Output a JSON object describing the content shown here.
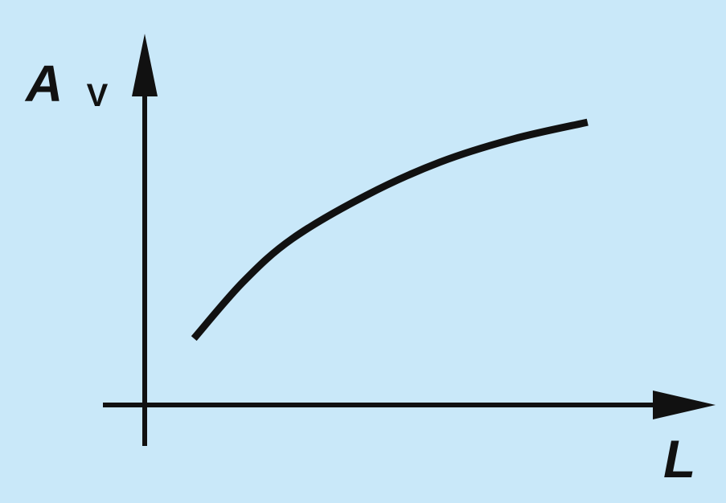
{
  "chart_data": {
    "type": "line",
    "title": "",
    "xlabel": "L",
    "ylabel": {
      "main": "A",
      "subscript": "V"
    },
    "ticks": "none",
    "grid": false,
    "legend": "none",
    "series": [
      {
        "x": [
          0.1,
          0.2,
          0.3,
          0.45,
          0.6,
          0.75,
          0.9
        ],
        "y": [
          0.2,
          0.37,
          0.5,
          0.63,
          0.73,
          0.8,
          0.85
        ]
      }
    ],
    "xlim": [
      0,
      1
    ],
    "ylim": [
      0,
      1
    ],
    "colors": {
      "background": "#c9e8f9",
      "ink": "#111111"
    }
  }
}
